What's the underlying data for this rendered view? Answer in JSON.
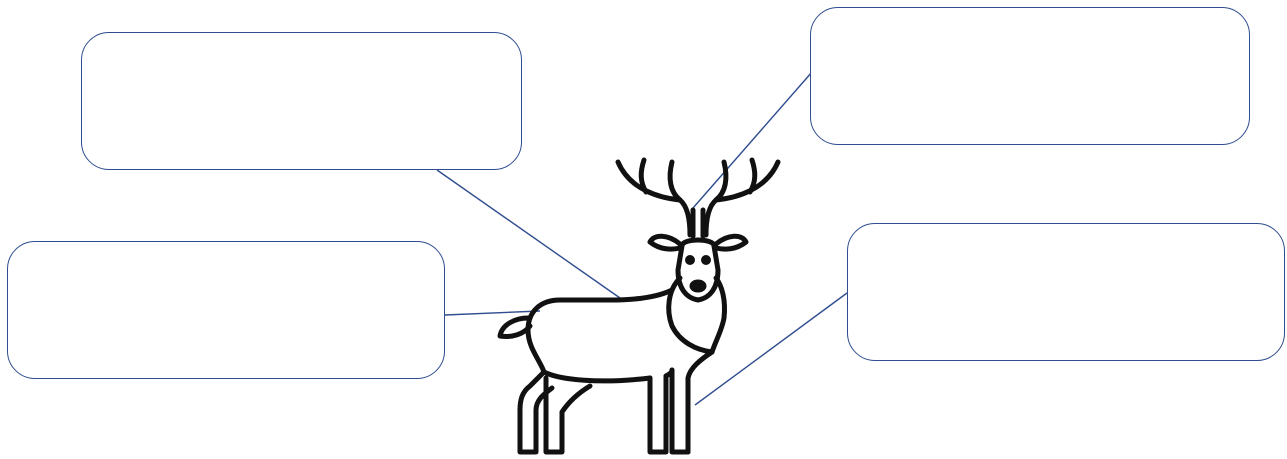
{
  "diagram": {
    "colors": {
      "box_border": "#2f4d8f",
      "leader_line": "#2f4d8f",
      "deer_outline": "#111111",
      "background": "#ffffff"
    },
    "subject_icon": "deer-icon",
    "label_boxes": [
      {
        "id": "top-left",
        "text": ""
      },
      {
        "id": "top-right",
        "text": ""
      },
      {
        "id": "mid-left",
        "text": ""
      },
      {
        "id": "mid-right",
        "text": ""
      }
    ]
  }
}
